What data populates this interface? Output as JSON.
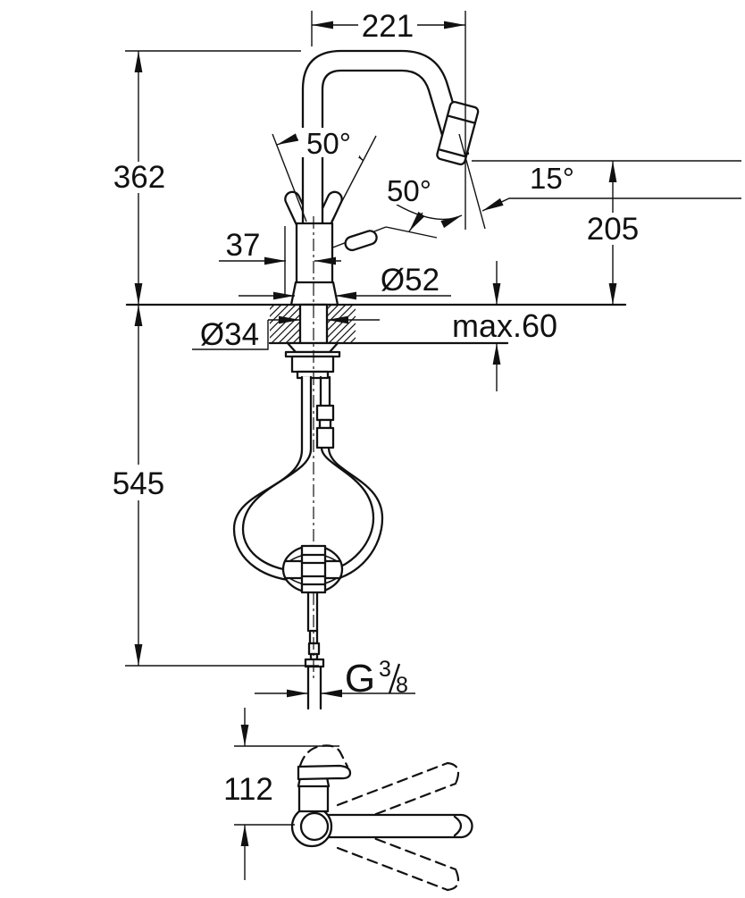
{
  "meta": {
    "type": "technical-dimension-drawing",
    "subject": "single-lever kitchen sink mixer with pull-out spray, side elevation with installation hoses and counterweight, plan view with spout swivel range",
    "background_color": "#ffffff",
    "ink_color": "#111111"
  },
  "labels": {
    "d221": "221",
    "d362": "362",
    "d545": "545",
    "d205": "205",
    "d112": "112",
    "d37": "37",
    "d52": "Ø52",
    "d34": "Ø34",
    "dmax": "max.60",
    "d50_handle": "50°",
    "d50_lever": "50°",
    "d15": "15°",
    "thread_letter": "G",
    "thread_numerator": "3",
    "thread_denominator": "8"
  }
}
